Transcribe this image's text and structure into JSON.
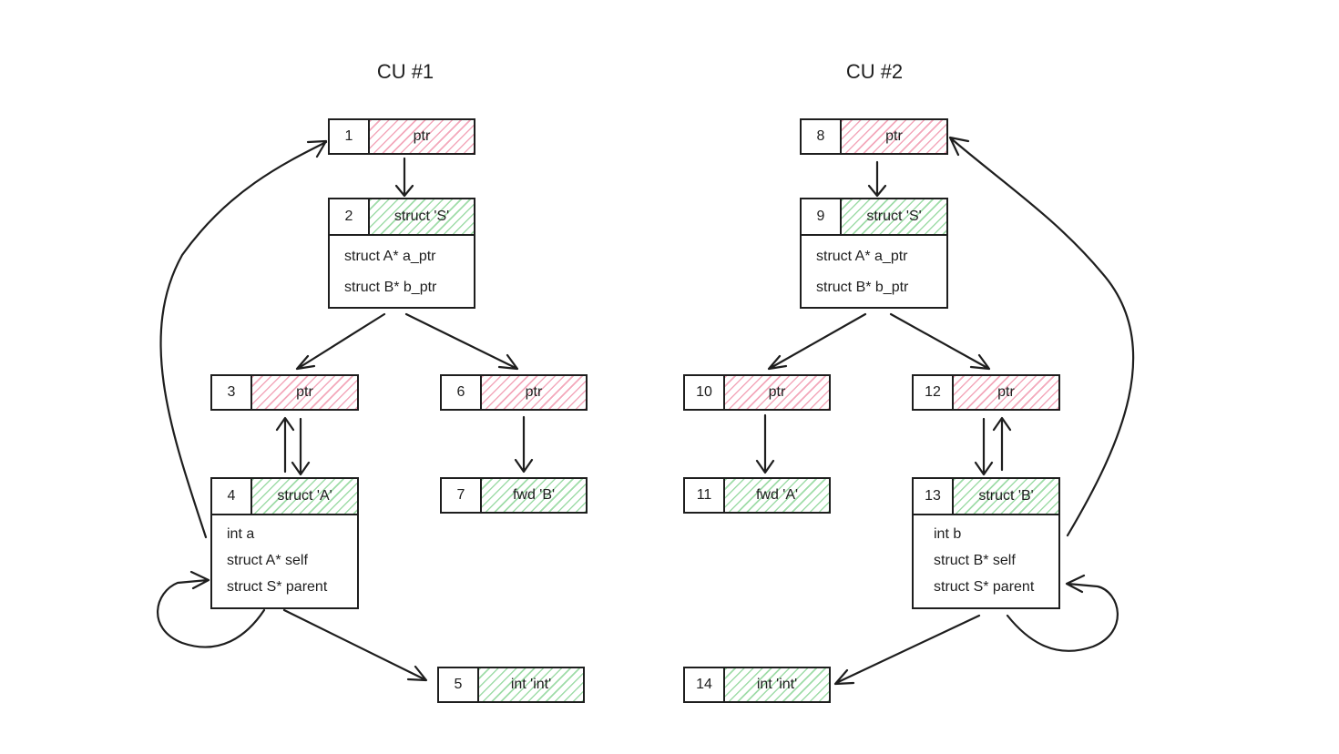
{
  "cu1": {
    "title": "CU #1",
    "nodes": {
      "n1": {
        "id": "1",
        "kind": "ptr"
      },
      "n2": {
        "id": "2",
        "kind": "struct 'S'",
        "fields": [
          "struct A* a_ptr",
          "struct B* b_ptr"
        ]
      },
      "n3": {
        "id": "3",
        "kind": "ptr"
      },
      "n4": {
        "id": "4",
        "kind": "struct 'A'",
        "fields": [
          "int a",
          "struct A* self",
          "struct S* parent"
        ]
      },
      "n5": {
        "id": "5",
        "kind": "int 'int'"
      },
      "n6": {
        "id": "6",
        "kind": "ptr"
      },
      "n7": {
        "id": "7",
        "kind": "fwd 'B'"
      }
    }
  },
  "cu2": {
    "title": "CU #2",
    "nodes": {
      "n8": {
        "id": "8",
        "kind": "ptr"
      },
      "n9": {
        "id": "9",
        "kind": "struct 'S'",
        "fields": [
          "struct A* a_ptr",
          "struct B* b_ptr"
        ]
      },
      "n10": {
        "id": "10",
        "kind": "ptr"
      },
      "n11": {
        "id": "11",
        "kind": "fwd 'A'"
      },
      "n12": {
        "id": "12",
        "kind": "ptr"
      },
      "n13": {
        "id": "13",
        "kind": "struct 'B'",
        "fields": [
          "int b",
          "struct B* self",
          "struct S* parent"
        ]
      },
      "n14": {
        "id": "14",
        "kind": "int 'int'"
      }
    }
  },
  "colors": {
    "ptr_hatch": "#f3a8bb",
    "type_hatch": "#9fdca8",
    "stroke": "#1e1e1e"
  }
}
